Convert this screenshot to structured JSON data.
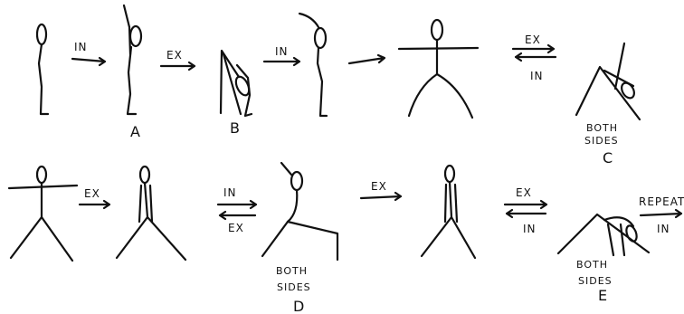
{
  "figures": {
    "a": "A",
    "b": "B",
    "c": "C",
    "d": "D",
    "e": "E"
  },
  "notes": {
    "both": "BOTH",
    "sides": "SIDES"
  },
  "arrows": {
    "inhale": "IN",
    "exhale": "EX",
    "repeat": "REPEAT"
  },
  "colors": {
    "ink": "#111111",
    "background": "#ffffff"
  }
}
